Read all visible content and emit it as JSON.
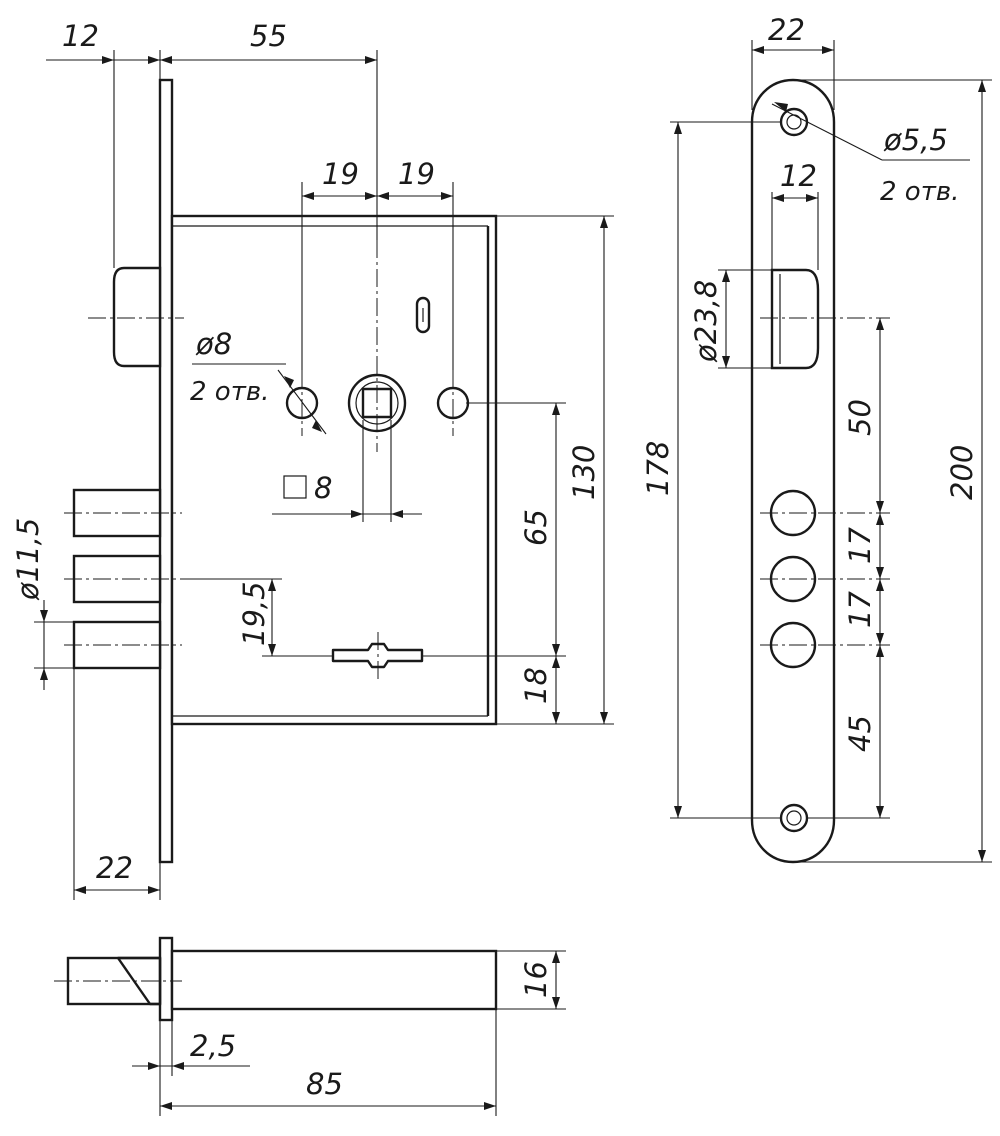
{
  "drawing": {
    "labels": {
      "dim_12_top": "12",
      "dim_55": "55",
      "dim_19_left": "19",
      "dim_19_right": "19",
      "dim_d8": "ø8",
      "note_2otv_left": "2 отв.",
      "dim_sq8": "8",
      "dim_d11_5": "ø11,5",
      "dim_19_5": "19,5",
      "dim_65": "65",
      "dim_130": "130",
      "dim_18": "18",
      "dim_22_bottom": "22",
      "dim_178": "178",
      "dim_22_top": "22",
      "dim_d5_5": "ø5,5",
      "note_2otv_right": "2 отв.",
      "dim_12_plate": "12",
      "dim_d23_8": "ø23,8",
      "dim_50": "50",
      "dim_17_a": "17",
      "dim_17_b": "17",
      "dim_45": "45",
      "dim_200": "200",
      "dim_16": "16",
      "dim_2_5": "2,5",
      "dim_85": "85"
    }
  }
}
